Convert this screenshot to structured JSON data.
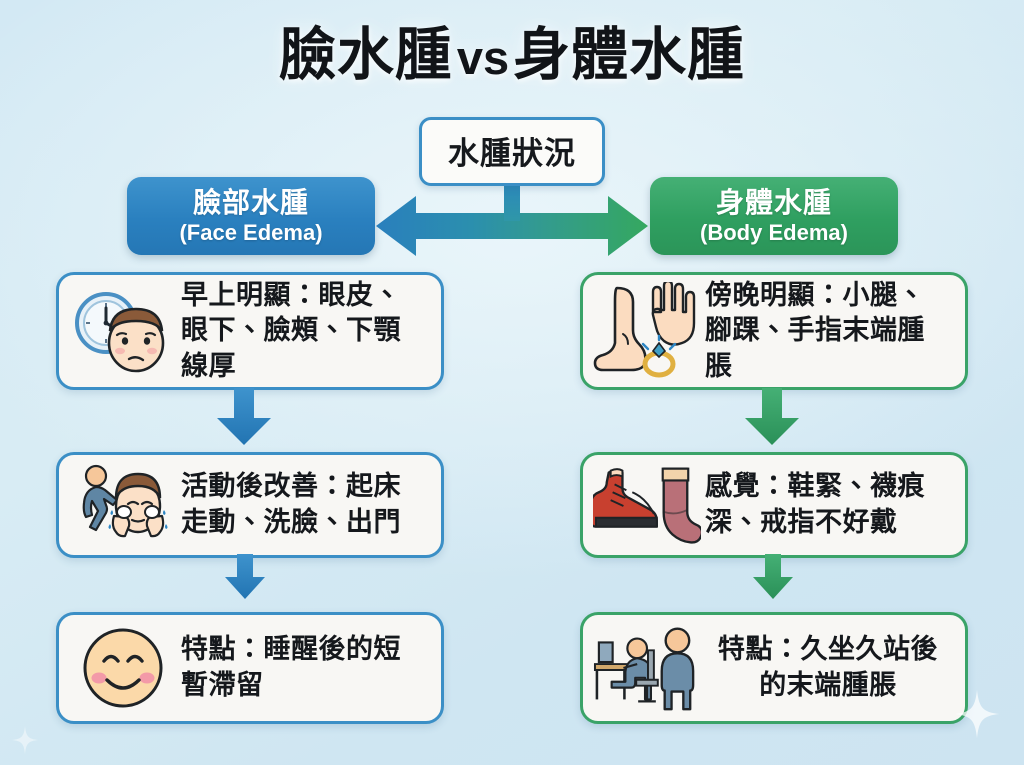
{
  "title": {
    "left": "臉水腫",
    "vs": "vs",
    "right": "身體水腫",
    "full": "臉水腫 vs 身體水腫"
  },
  "center_node": {
    "label": "水腫狀況"
  },
  "colors": {
    "background": "#d4eaf4",
    "face_accent": "#2a80bf",
    "body_accent": "#2f9f60",
    "card_bg": "#f8f7f4",
    "text": "#15181c",
    "arrow_gradient_start": "#2a80bf",
    "arrow_gradient_end": "#34a563"
  },
  "columns": [
    {
      "id": "face",
      "header_cn": "臉部水腫",
      "header_en": "(Face Edema)",
      "accent": "#2a80bf",
      "cards": [
        {
          "text": "早上明顯：眼皮、眼下、臉頰、下顎線厚",
          "icons": [
            "clock-icon",
            "puffy-face-icon"
          ]
        },
        {
          "text": "活動後改善：起床走動、洗臉、出門",
          "icons": [
            "walking-person-icon",
            "washing-face-icon"
          ]
        },
        {
          "text": "特點：睡醒後的短暫滯留",
          "icons": [
            "smiling-face-icon"
          ]
        }
      ]
    },
    {
      "id": "body",
      "header_cn": "身體水腫",
      "header_en": "(Body Edema)",
      "accent": "#2f9f60",
      "cards": [
        {
          "text": "傍晚明顯：小腿、腳踝、手指末端腫脹",
          "icons": [
            "foot-icon",
            "hand-icon",
            "ring-icon"
          ]
        },
        {
          "text": "感覺：鞋緊、襪痕深、戒指不好戴",
          "icons": [
            "shoe-icon",
            "sock-icon"
          ]
        },
        {
          "text": "特點：久坐久站後的末端腫脹",
          "icons": [
            "sitting-person-icon",
            "standing-person-icon"
          ]
        }
      ]
    }
  ],
  "connectors": {
    "horizontal_double_arrow": "double-headed-arrow-icon",
    "vertical_arrows": "down-arrow-icon"
  },
  "decorations": {
    "sparkles": [
      "sparkle-icon",
      "sparkle-icon"
    ]
  }
}
